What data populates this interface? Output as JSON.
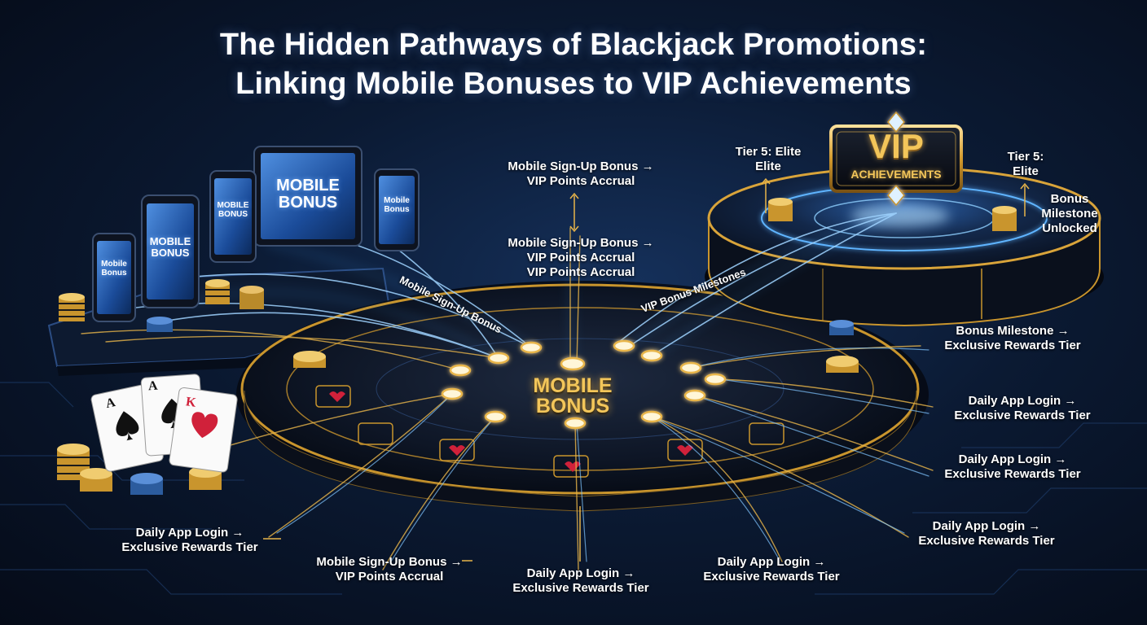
{
  "title": {
    "line1": "The Hidden Pathways of Blackjack Promotions:",
    "line2": "Linking Mobile Bonuses to VIP Achievements"
  },
  "devices": {
    "tablet_label": "MOBILE BONUS",
    "phone_large_label": "MOBILE BONUS",
    "phone_mid_label": "MOBILE BONUS",
    "phone_small_label": "Mobile Bonus",
    "phone_right_label": "Mobile Bonus"
  },
  "table": {
    "center_label": "MOBILE BONUS"
  },
  "vip": {
    "line1": "VIP",
    "line2": "ACHIEVEMENTS"
  },
  "path_tags": {
    "left_path": "Mobile Sign-Up Bonus",
    "right_path": "VIP Bonus Milestones"
  },
  "cards": {
    "card1": "A",
    "card2": "A",
    "card3": "K"
  },
  "labels": {
    "top_center_1": {
      "line1": "Mobile Sign-Up Bonus →",
      "line2": "VIP Points Accrual"
    },
    "top_center_2": {
      "line1": "Mobile Sign-Up Bonus →",
      "line2": "VIP Points Accrual",
      "line3": "VIP Points Accrual"
    },
    "tier_left": {
      "line1": "Tier 5: Elite",
      "line2": "Elite"
    },
    "tier_right": {
      "line1": "Tier 5:",
      "line2": "Elite"
    },
    "bonus_unlocked": {
      "line1": "Bonus",
      "line2": "Milestone",
      "line3": "Unlocked"
    },
    "right_1": {
      "line1": "Bonus Milestone →",
      "line2": "Exclusive Rewards Tier"
    },
    "right_2": {
      "line1": "Daily App Login →",
      "line2": "Exclusive Rewards Tier"
    },
    "right_3": {
      "line1": "Daily App Login →",
      "line2": "Exclusive Rewards Tier"
    },
    "right_4": {
      "line1": "Daily App Login →",
      "line2": "Exclusive Rewards Tier"
    },
    "left_bottom": {
      "line1": "Daily App Login →",
      "line2": "Exclusive Rewards Tier"
    },
    "bottom_1": {
      "line1": "Mobile Sign-Up Bonus →",
      "line2": "VIP Points Accrual"
    },
    "bottom_2": {
      "line1": "Daily App Login →",
      "line2": "Exclusive Rewards Tier"
    },
    "bottom_3": {
      "line1": "Daily App Login →",
      "line2": "Exclusive Rewards Tier"
    }
  },
  "colors": {
    "gold": "#e8b54a",
    "neon_blue": "#4aa8ff",
    "background": "#0b1a33"
  }
}
